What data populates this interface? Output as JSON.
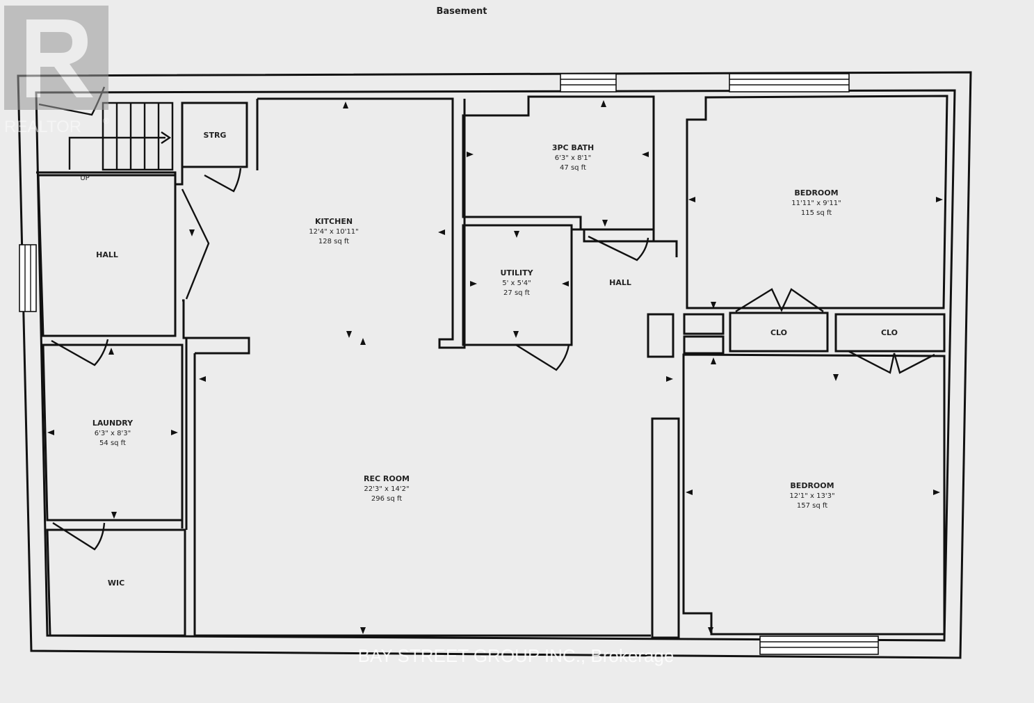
{
  "title": "Basement",
  "watermarks": {
    "logo_text": "REALTOR",
    "logo_mark": "®",
    "brokerage": "BAY STREET GROUP INC., Brokerage"
  },
  "rooms": {
    "strg": {
      "name": "STRG"
    },
    "bath": {
      "name": "3PC BATH",
      "dims": "6'3\" x 8'1\"",
      "area": "47 sq ft"
    },
    "bedroom1": {
      "name": "BEDROOM",
      "dims": "11'11\" x 9'11\"",
      "area": "115 sq ft"
    },
    "hall_left": {
      "name": "HALL"
    },
    "kitchen": {
      "name": "KITCHEN",
      "dims": "12'4\" x 10'11\"",
      "area": "128 sq ft"
    },
    "utility": {
      "name": "UTILITY",
      "dims": "5' x 5'4\"",
      "area": "27 sq ft"
    },
    "hall_mid": {
      "name": "HALL"
    },
    "closet1": {
      "name": "CLO"
    },
    "closet2": {
      "name": "CLO"
    },
    "laundry": {
      "name": "LAUNDRY",
      "dims": "6'3\" x 8'3\"",
      "area": "54 sq ft"
    },
    "rec_room": {
      "name": "REC ROOM",
      "dims": "22'3\" x 14'2\"",
      "area": "296 sq ft"
    },
    "bedroom2": {
      "name": "BEDROOM",
      "dims": "12'1\" x 13'3\"",
      "area": "157 sq ft"
    },
    "wic": {
      "name": "WIC"
    }
  },
  "stairs": {
    "label": "UP"
  }
}
